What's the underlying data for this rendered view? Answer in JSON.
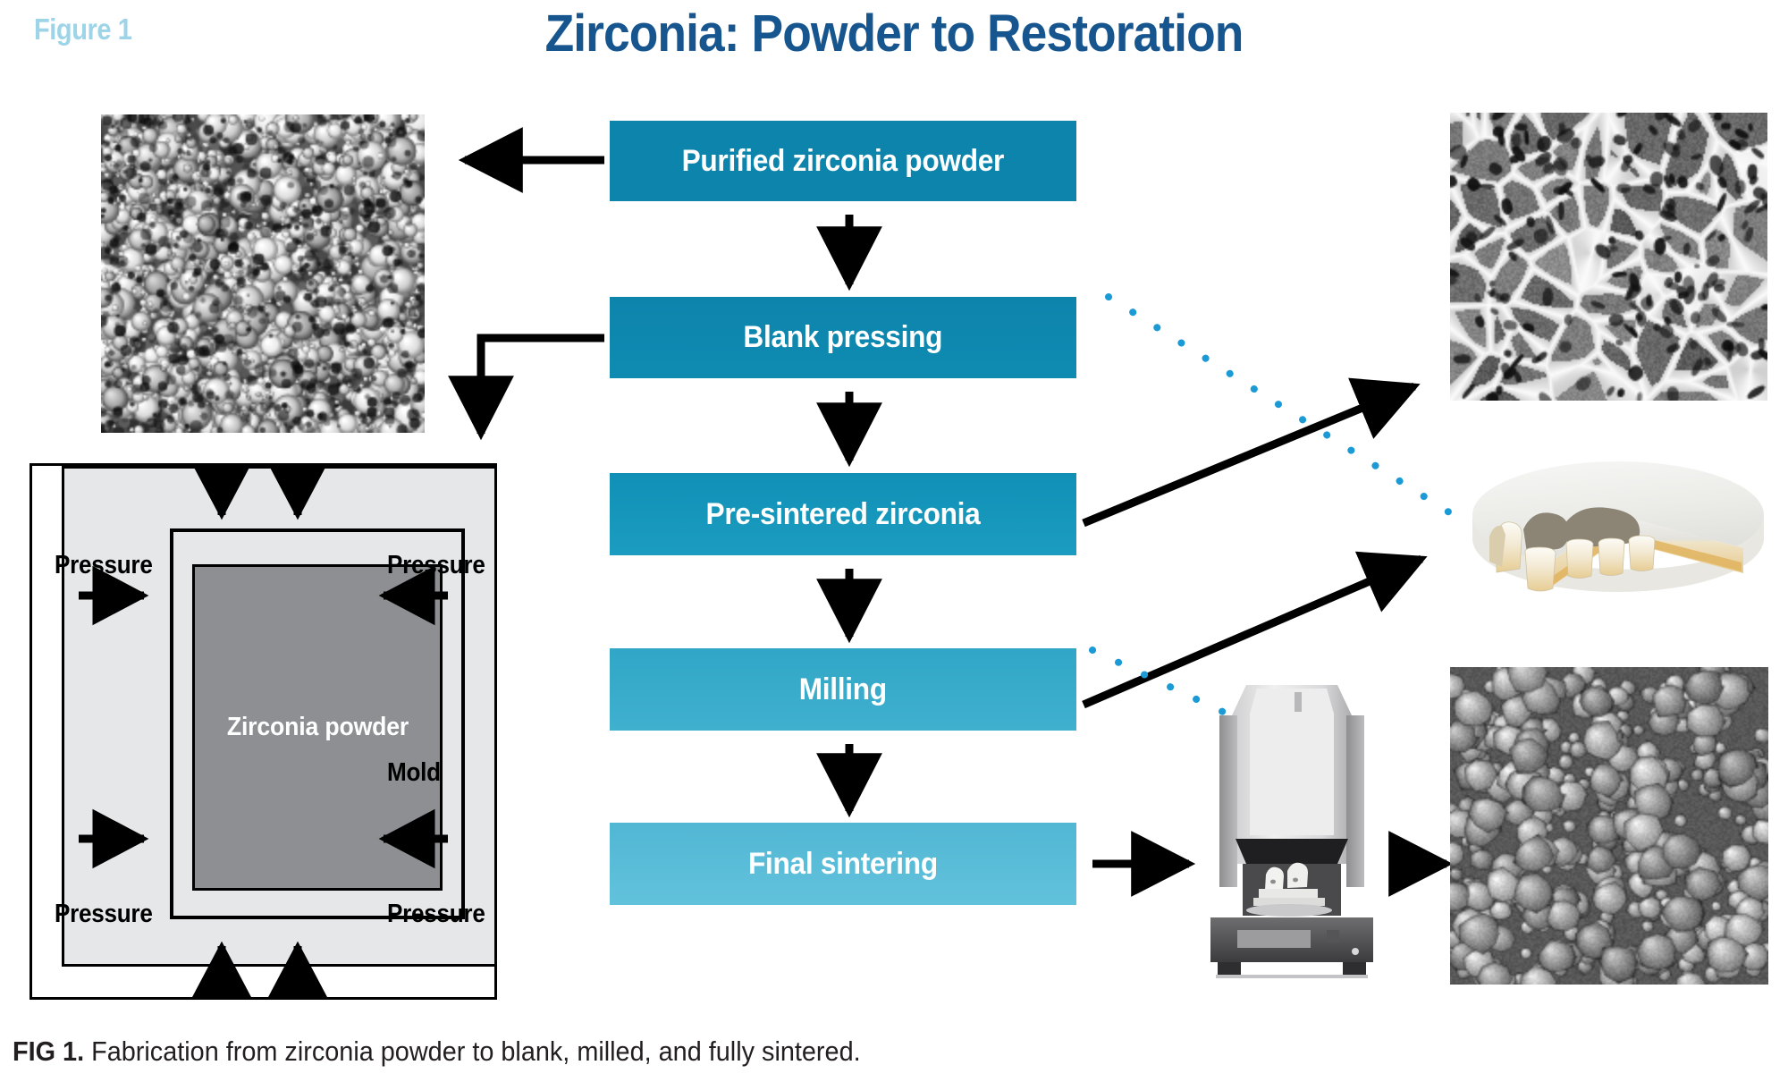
{
  "figure_label": "Figure 1",
  "title": "Zirconia: Powder to Restoration",
  "caption": {
    "bold_prefix": "FIG 1.",
    "text": " Fabrication from zirconia powder to blank, milled, and fully sintered."
  },
  "colors": {
    "title_blue": "#17558f",
    "figure_label_blue": "#9ed4e8",
    "box_1": "#0d84ab",
    "box_2": "#0d8bb4",
    "box_3": "#1397bd",
    "box_4": "#3aabcb",
    "box_5": "#5bbcd7",
    "dotted_connector": "#1b9ad6",
    "arrow_black": "#000000",
    "mold_fill": "#e6e7e8",
    "powder_fill": "#8e8f92"
  },
  "flow": {
    "steps": [
      {
        "id": "purified-powder",
        "label": "Purified zirconia powder"
      },
      {
        "id": "blank-pressing",
        "label": "Blank pressing"
      },
      {
        "id": "pre-sintered",
        "label": "Pre-sintered zirconia"
      },
      {
        "id": "milling",
        "label": "Milling"
      },
      {
        "id": "final-sintering",
        "label": "Final sintering"
      }
    ]
  },
  "mold": {
    "powder_label": "Zirconia powder",
    "mold_label": "Mold",
    "pressure_labels": [
      "Pressure",
      "Pressure",
      "Pressure",
      "Pressure"
    ]
  },
  "images": {
    "powder_sem": "zirconia-powder-sem-micrograph",
    "presintered_sem": "pre-sintered-zirconia-sem-micrograph",
    "sintered_sem": "fully-sintered-zirconia-sem-micrograph",
    "milled_disc": "milled-zirconia-disc-with-bridge",
    "furnace": "sintering-furnace"
  },
  "connectors": [
    {
      "from": "purified-powder",
      "to": "powder_sem",
      "style": "solid-arrow",
      "direction": "left"
    },
    {
      "from": "blank-pressing",
      "to": "mold-diagram",
      "style": "solid-arrow",
      "direction": "left-down"
    },
    {
      "from": "blank-pressing",
      "to": "milled_disc",
      "style": "dotted",
      "direction": "right-down"
    },
    {
      "from": "pre-sintered",
      "to": "presintered_sem",
      "style": "solid-arrow",
      "direction": "right-up"
    },
    {
      "from": "milling",
      "to": "furnace",
      "style": "dotted",
      "direction": "right-down"
    },
    {
      "from": "milling",
      "to": "milled_disc",
      "style": "solid-arrow",
      "direction": "right-up"
    },
    {
      "from": "final-sintering",
      "to": "furnace",
      "style": "solid-arrow",
      "direction": "right"
    },
    {
      "from": "furnace",
      "to": "sintered_sem",
      "style": "solid-arrow",
      "direction": "right"
    }
  ]
}
